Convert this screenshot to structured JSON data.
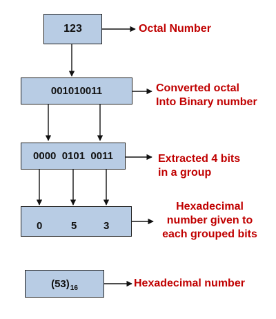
{
  "boxes": {
    "octal": {
      "value": "123"
    },
    "binary": {
      "value": "001010011"
    },
    "groups": {
      "value": "0000  0101  0011"
    },
    "hex_digits": {
      "d1": "0",
      "d2": "5",
      "d3": "3"
    },
    "result": {
      "base_value": "(53)",
      "subscript": "16"
    }
  },
  "labels": {
    "octal": "Octal Number",
    "binary_line1": "Converted octal",
    "binary_line2": "Into Binary number",
    "groups_line1": "Extracted 4 bits",
    "groups_line2": "in a group",
    "hex_line1": "Hexadecimal",
    "hex_line2": "number given to",
    "hex_line3": "each grouped bits",
    "result": "Hexadecimal number"
  },
  "colors": {
    "box_fill": "#b8cce4",
    "label_text": "#c00000"
  }
}
